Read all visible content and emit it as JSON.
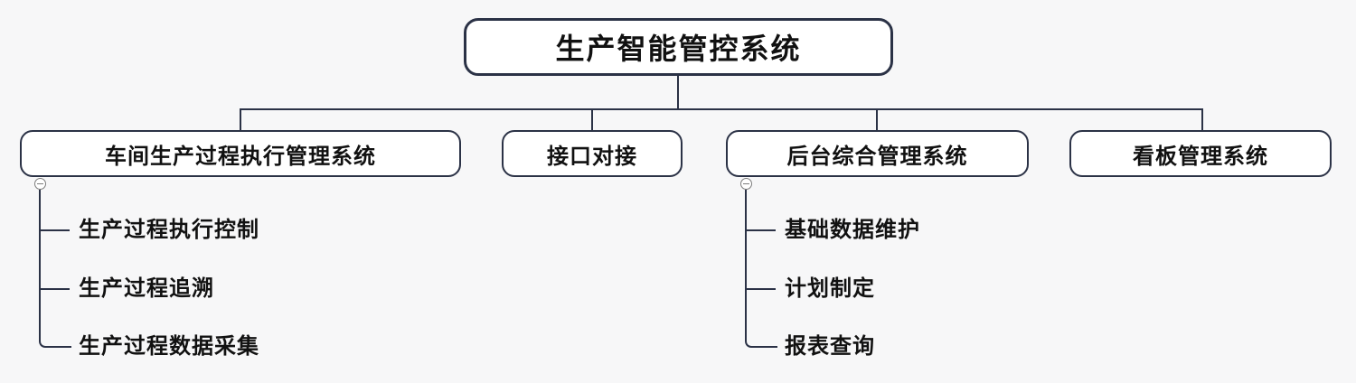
{
  "diagram": {
    "title": "生产智能管控系统",
    "root": {
      "label": "生产智能管控系统"
    },
    "children": [
      {
        "label": "车间生产过程执行管理系统",
        "collapsed": false,
        "items": [
          "生产过程执行控制",
          "生产过程追溯",
          "生产过程数据采集"
        ]
      },
      {
        "label": "接口对接"
      },
      {
        "label": "后台综合管理系统",
        "collapsed": false,
        "items": [
          "基础数据维护",
          "计划制定",
          "报表查询"
        ]
      },
      {
        "label": "看板管理系统"
      }
    ]
  },
  "icons": {
    "collapse": "circle-minus"
  },
  "colors": {
    "line": "#2b3246",
    "box_border": "#2b3246",
    "box_bg": "#ffffff",
    "canvas_bg": "#f7f7f8",
    "text": "#111111",
    "collapse_icon": "#7d7d7d"
  }
}
